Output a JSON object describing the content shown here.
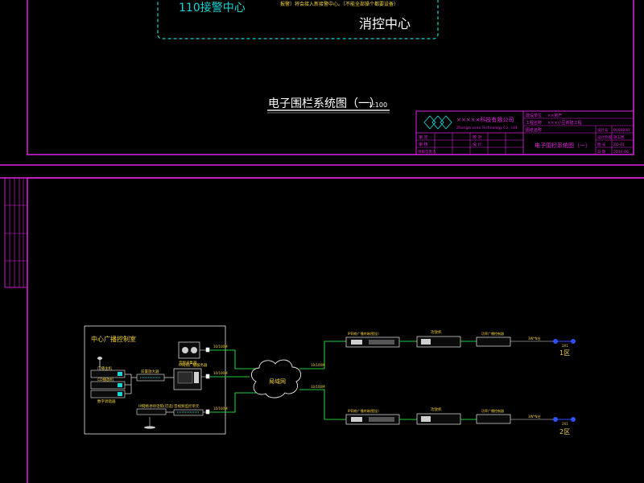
{
  "top_sheet": {
    "alarm_center": "110接警中心",
    "note": "报警）将会接入新接警中心。（不能全部操个都要设备）",
    "control_center": "消控中心",
    "drawing_title": "电子围栏系统图（一）",
    "scale": "1:100",
    "title_block": {
      "company": "×××××科技有限公司",
      "company_en": "Zhangzi xxxx Technology Co., Ltd.",
      "proj_label": "建设单位",
      "proj_value": "××房产",
      "proj_name_label": "工程名称",
      "proj_name_value": "×××小区新建工程",
      "drawing_name_label": "图纸名称",
      "sheet_title": "电子围栏系统图（一）",
      "rows": [
        [
          "审 定",
          "",
          "",
          "校 对",
          "",
          "设计号",
          "",
          ""
        ],
        [
          "审 核",
          "",
          "",
          "设 计",
          "",
          "图 号",
          "",
          ""
        ],
        [
          "项目负责人",
          "",
          "",
          "",
          "",
          "日 期",
          "",
          ""
        ]
      ],
      "right_col": [
        {
          "k": "设计号",
          "v": "0000000"
        },
        {
          "k": "设计阶段",
          "v": "施工图"
        },
        {
          "k": "图 号",
          "v": "ZD-01"
        },
        {
          "k": "日 期",
          "v": "2010-08"
        }
      ]
    }
  },
  "diagram": {
    "control_room_title": "中心广播控制室",
    "left_devices": [
      "广播主机",
      "CD播放机",
      "数字调谐器"
    ],
    "mid_labels": [
      "前置放大器",
      "IP网络广播服务器",
      "音频采集器",
      "音视频监控单元"
    ],
    "mid_bottom_label": "IP网络寻呼话筒(可选)",
    "network_label": "局域网",
    "net_link_labels": [
      "10/100M",
      "10/100M",
      "10/100M",
      "10/100M",
      "10/100M"
    ],
    "zones": [
      {
        "decoder": "IP网络广播终端(壁挂)",
        "amp": "功放机",
        "ctrl": "功率广播控制器",
        "speaker_label": "3W*N台",
        "wire": "2X1",
        "zone": "1区"
      },
      {
        "decoder": "IP网络广播终端(壁挂)",
        "amp": "功放机",
        "ctrl": "功率广播控制器",
        "speaker_label": "3W*N台",
        "wire": "2X1",
        "zone": "2区"
      }
    ]
  }
}
